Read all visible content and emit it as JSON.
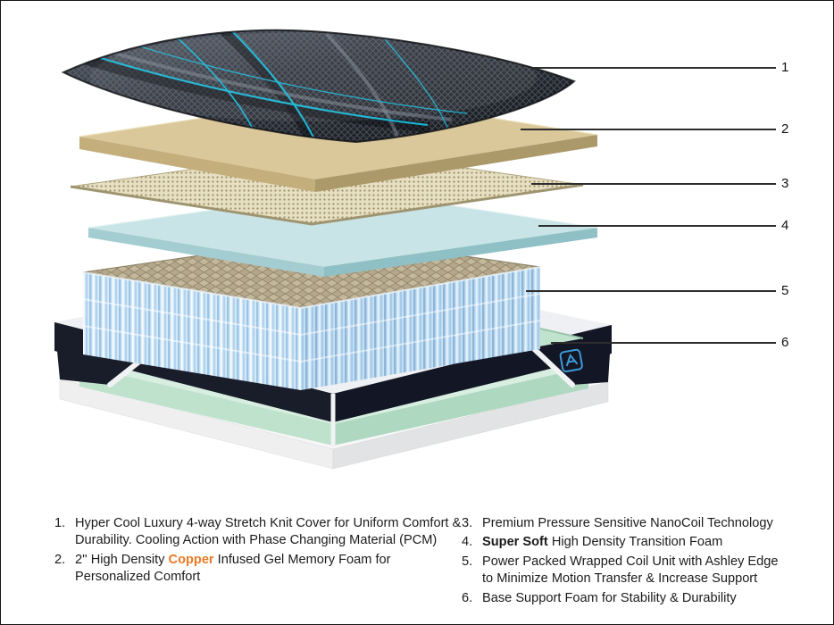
{
  "colors": {
    "copper_text": "#E87A24",
    "plaid_teal": "#17B8D8",
    "memory_foam_tan": "#DAC79A",
    "nanocoil_mesh": "#E7DFC2",
    "transition_foam_blue": "#C8E4E6",
    "coil_blue": "#D7EBF9",
    "base_support_green": "#BFE3CD",
    "base_navy": "#191C29"
  },
  "callouts": [
    {
      "num": "1"
    },
    {
      "num": "2"
    },
    {
      "num": "3"
    },
    {
      "num": "4"
    },
    {
      "num": "5"
    },
    {
      "num": "6"
    }
  ],
  "legend": {
    "left": [
      {
        "num": "1.",
        "segments": [
          {
            "text": "Hyper Cool Luxury 4-way Stretch Knit Cover for Uniform Comfort & Durability. Cooling Action with Phase Changing Material (PCM)"
          }
        ]
      },
      {
        "num": "2.",
        "segments": [
          {
            "text": "2'' High Density "
          },
          {
            "text": "Copper"
          },
          {
            "text": " Infused Gel Memory Foam for Personalized Comfort"
          }
        ]
      }
    ],
    "right": [
      {
        "num": "3.",
        "segments": [
          {
            "text": "Premium Pressure Sensitive NanoCoil Technology"
          }
        ]
      },
      {
        "num": "4.",
        "segments": [
          {
            "text": "Super Soft"
          },
          {
            "text": " High Density Transition Foam"
          }
        ]
      },
      {
        "num": "5.",
        "segments": [
          {
            "text": "Power Packed Wrapped Coil Unit with Ashley Edge to Minimize Motion Transfer & Increase Support"
          }
        ]
      },
      {
        "num": "6.",
        "segments": [
          {
            "text": "Base Support Foam for Stability & Durability"
          }
        ]
      }
    ]
  }
}
